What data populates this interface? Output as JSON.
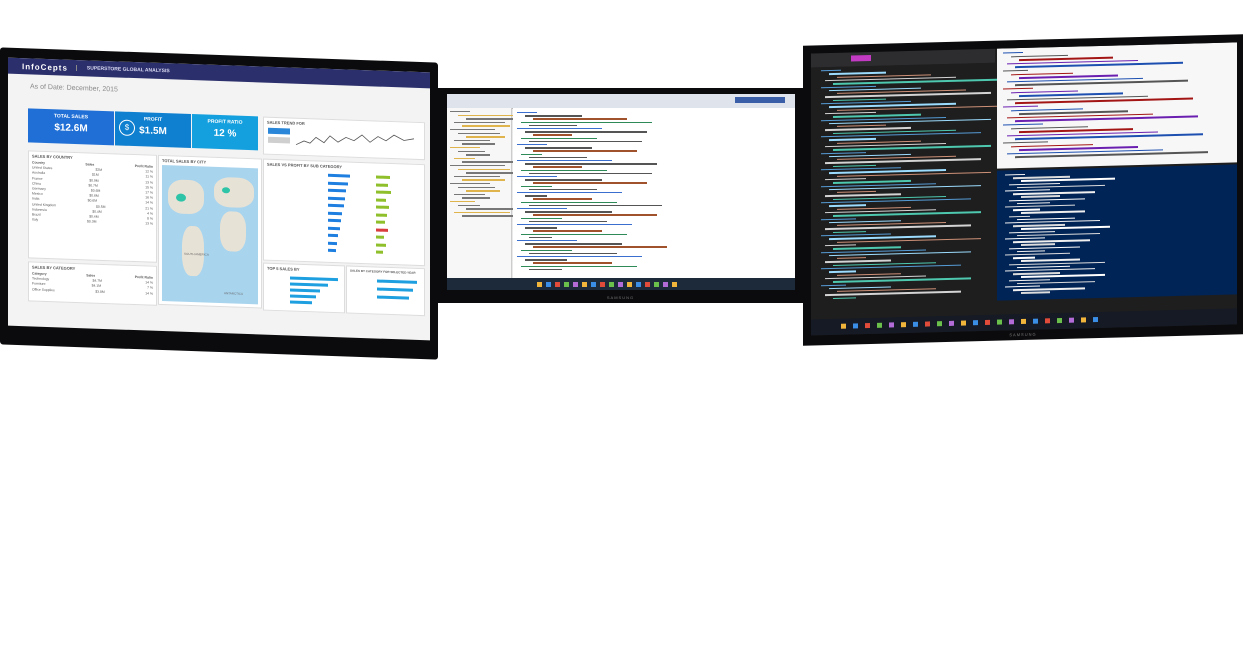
{
  "dashboard": {
    "logo": "InfoCepts",
    "subtitle": "SUPERSTORE GLOBAL ANALYSIS",
    "as_of": "As of Date: December, 2015",
    "kpis": [
      {
        "title": "TOTAL SALES",
        "value": "$12.6M",
        "color": "#1f6fd6"
      },
      {
        "title": "PROFIT",
        "value": "$1.5M",
        "color": "#0f7fcf"
      },
      {
        "title": "PROFIT RATIO",
        "value": "12 %",
        "color": "#14a0de"
      }
    ],
    "sales_trend_title": "SALES TREND FOR",
    "sales_by_country": {
      "title": "SALES BY COUNTRY",
      "headers": [
        "Country",
        "Sales",
        "Profit Ratio"
      ],
      "rows": [
        [
          "United States",
          "$2M",
          "12 %"
        ],
        [
          "Australia",
          "$1M",
          "11 %"
        ],
        [
          "France",
          "$0.9M",
          "13 %"
        ],
        [
          "China",
          "$0.7M",
          "15 %"
        ],
        [
          "Germany",
          "$0.6M",
          "17 %"
        ],
        [
          "Mexico",
          "$0.6M",
          "16 %"
        ],
        [
          "India",
          "$0.6M",
          "14 %"
        ],
        [
          "United Kingdom",
          "$0.5M",
          "21 %"
        ],
        [
          "Indonesia",
          "$0.4M",
          "4 %"
        ],
        [
          "Brazil",
          "$0.4M",
          "8 %"
        ],
        [
          "Italy",
          "$0.3M",
          "13 %"
        ]
      ]
    },
    "total_sales_by_city": "TOTAL SALES BY CITY",
    "sales_by_category": {
      "title": "SALES BY CATEGORY",
      "headers": [
        "Category",
        "Sales",
        "Profit Ratio"
      ],
      "rows": [
        [
          "Technology",
          "$4.7M",
          "14 %"
        ],
        [
          "Furniture",
          "$4.1M",
          "7 %"
        ],
        [
          "Office Supplies",
          "$3.8M",
          "14 %"
        ]
      ]
    },
    "sub_category_title": "SALES VS PROFIT BY SUB CATEGORY",
    "top_customers_title": "TOP 5 SALES BY",
    "bottom_title": "SALES BY CATEGORY FOR SELECTED YEAR",
    "map_labels": [
      "SOUTH AMERICA",
      "ANTARCTICA"
    ]
  },
  "monitors": {
    "brand": "SAMSUNG"
  },
  "colors": {
    "header": "#2b2f6b",
    "bar_blue": "#1e7fe0",
    "bar_green": "#8fbf2a",
    "terminal_blue": "#012456"
  }
}
